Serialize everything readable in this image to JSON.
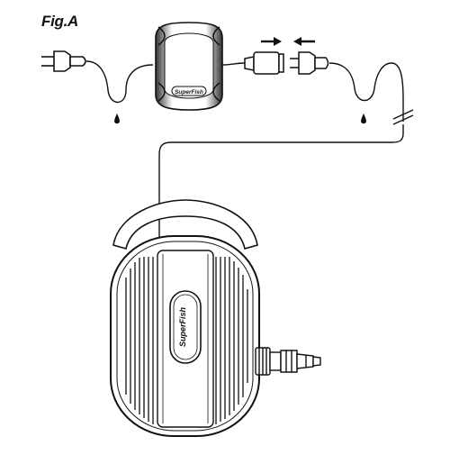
{
  "figure": {
    "label": "Fig.A"
  },
  "brand": {
    "adapter_logo": "SuperFish",
    "pump_logo": "SuperFish"
  },
  "icons": {
    "wall_plug": "plug-icon",
    "transformer": "adapter-icon",
    "connector": "connector-icon",
    "water_drop": "drip-loop-icon",
    "arrow_right": "arrow-right-icon",
    "arrow_left": "arrow-left-icon",
    "cable_break": "cable-break-icon",
    "pump": "pump-icon",
    "outlet": "outlet-nozzle-icon"
  },
  "colors": {
    "line": "#111111",
    "fill": "#ffffff",
    "shade": "#555555"
  }
}
